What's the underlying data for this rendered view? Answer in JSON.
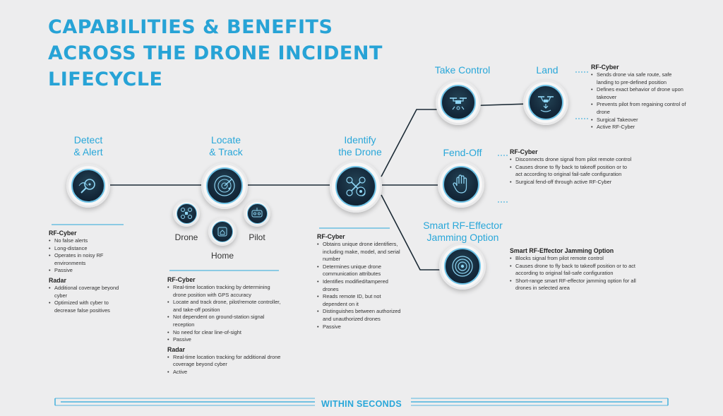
{
  "title": {
    "line1": "CAPABILITIES & BENEFITS",
    "line2": "ACROSS THE DRONE INCIDENT",
    "line3": "LIFECYCLE"
  },
  "colors": {
    "accent": "#29a7d9",
    "dark": "#14283a",
    "background": "#ededee"
  },
  "stages": {
    "detect": {
      "label1": "Detect",
      "label2": "& Alert",
      "icon": "magnifier-icon",
      "groups": [
        {
          "header": "RF-Cyber",
          "items": [
            "No false alerts",
            "Long-distance",
            "Operates in noisy RF environments",
            "Passive"
          ]
        },
        {
          "header": "Radar",
          "items": [
            "Additional coverage beyond cyber",
            "Optimized with cyber to decrease false positives"
          ]
        }
      ]
    },
    "locate": {
      "label1": "Locate",
      "label2": "& Track",
      "icon": "radar-icon",
      "sub": {
        "drone": "Drone",
        "home": "Home",
        "pilot": "Pilot"
      },
      "groups": [
        {
          "header": "RF-Cyber",
          "items": [
            "Real-time location tracking by determining drone position with GPS accuracy",
            "Locate and track drone, pilot/remote controller, and take-off position",
            "Not dependent on ground-station signal reception",
            "No need for clear line-of-sight",
            "Passive"
          ]
        },
        {
          "header": "Radar",
          "items": [
            "Real-time location tracking for additional drone coverage beyond cyber",
            "Active"
          ]
        }
      ]
    },
    "identify": {
      "label1": "Identify",
      "label2": "the Drone",
      "icon": "drone-target-icon",
      "groups": [
        {
          "header": "RF-Cyber",
          "items": [
            "Obtains unique drone identifiers, including make, model, and serial number",
            "Determines unique drone communication attributes",
            "Identifies modified/tampered drones",
            "Reads remote ID, but not dependent on it",
            "Distinguishes between authorized and unauthorized drones",
            "Passive"
          ]
        }
      ]
    },
    "take_control": {
      "label": "Take Control",
      "icon": "drone-control-icon"
    },
    "land": {
      "label": "Land",
      "icon": "drone-land-icon",
      "groups": [
        {
          "header": "RF-Cyber",
          "items": [
            "Sends drone via safe route, safe landing to pre-defined position",
            "Defines exact behavior of drone upon takeover",
            "Prevents pilot from regaining control of drone",
            "Surgical Takeover",
            "Active RF-Cyber"
          ]
        }
      ]
    },
    "fend_off": {
      "label": "Fend-Off",
      "icon": "hand-stop-icon",
      "groups": [
        {
          "header": "RF-Cyber",
          "items": [
            "Disconnects drone signal from pilot remote control",
            "Causes drone to fly back to takeoff position or to act according to original fail-safe configuration",
            "Surgical fend-off through active RF-Cyber"
          ]
        }
      ]
    },
    "jamming": {
      "label1": "Smart RF-Effector",
      "label2": "Jamming Option",
      "icon": "jamming-waves-icon",
      "groups": [
        {
          "header": "Smart RF-Effector Jamming Option",
          "items": [
            "Blocks signal from pilot remote control",
            "Causes drone to fly back to takeoff position or to act according to original fail-safe configuration",
            "Short-range smart RF-effector jamming option for all drones in selected area"
          ]
        }
      ]
    }
  },
  "footer": {
    "label": "WITHIN SECONDS"
  }
}
